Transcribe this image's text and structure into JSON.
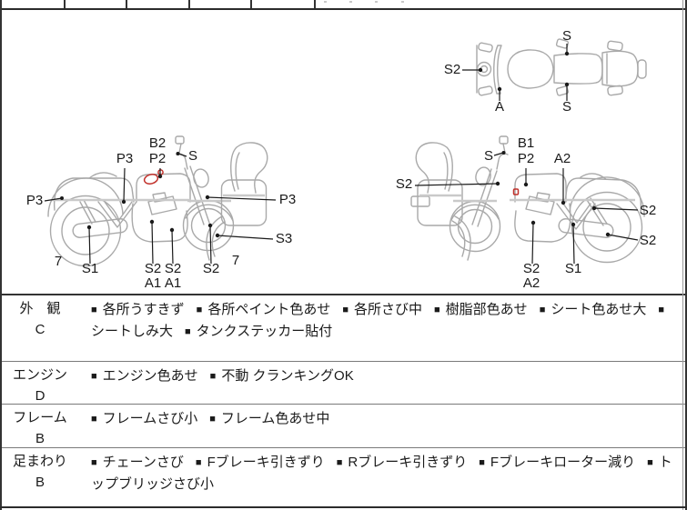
{
  "sheet_type": "motorcycle-condition-inspection-sheet",
  "bullet": "■",
  "colors": {
    "line_art": "#a9a9a9",
    "marker": "#1a1a1a",
    "damage_mark": "#c2312b",
    "seat_band": "#c9c9c9",
    "table_border": "#333333"
  },
  "diagram": {
    "left_side_labels": [
      "B2",
      "P2",
      "S",
      "P3",
      "P3",
      "P3",
      "S3",
      "7",
      "S1",
      "S2",
      "S2",
      "A1",
      "A1",
      "S2",
      "7"
    ],
    "top_view_labels": [
      "S2",
      "A",
      "S",
      "S"
    ],
    "right_side_labels": [
      "B1",
      "P2",
      "S",
      "A2",
      "S2",
      "S2",
      "S2",
      "S2",
      "A2",
      "S1"
    ]
  },
  "inspection_rows": [
    {
      "category": "外　観",
      "grade": "C",
      "items": [
        "各所うすきず",
        "各所ペイント色あせ",
        "各所さび中",
        "樹脂部色あせ",
        "シート色あせ大",
        "シートしみ大",
        "タンクステッカー貼付"
      ]
    },
    {
      "category": "エンジン",
      "grade": "D",
      "items": [
        "エンジン色あせ",
        "不動 クランキングOK"
      ]
    },
    {
      "category": "フレーム",
      "grade": "B",
      "items": [
        "フレームさび小",
        "フレーム色あせ中"
      ]
    },
    {
      "category": "足まわり",
      "grade": "B",
      "items": [
        "チェーンさび",
        "Fブレーキ引きずり",
        "Rブレーキ引きずり",
        "Fブレーキローター減り",
        "トップブリッジさび小"
      ]
    }
  ]
}
